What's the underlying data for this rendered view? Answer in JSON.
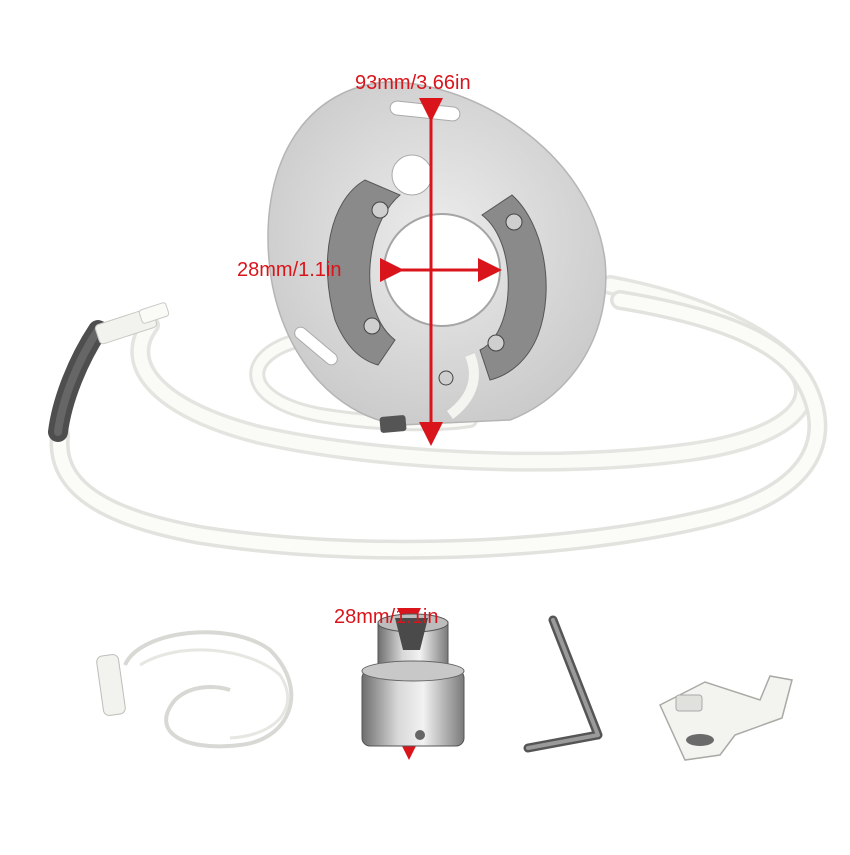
{
  "dimensions": {
    "plate_height": "93mm/3.66in",
    "plate_inner_diameter": "28mm/1.1in",
    "sleeve_size": "28mm/1.1in"
  },
  "colors": {
    "dimension": "#d9151b",
    "plate": "#d8d8d8",
    "wire": "#f6f6f2",
    "metal": "#8c8c8c"
  }
}
